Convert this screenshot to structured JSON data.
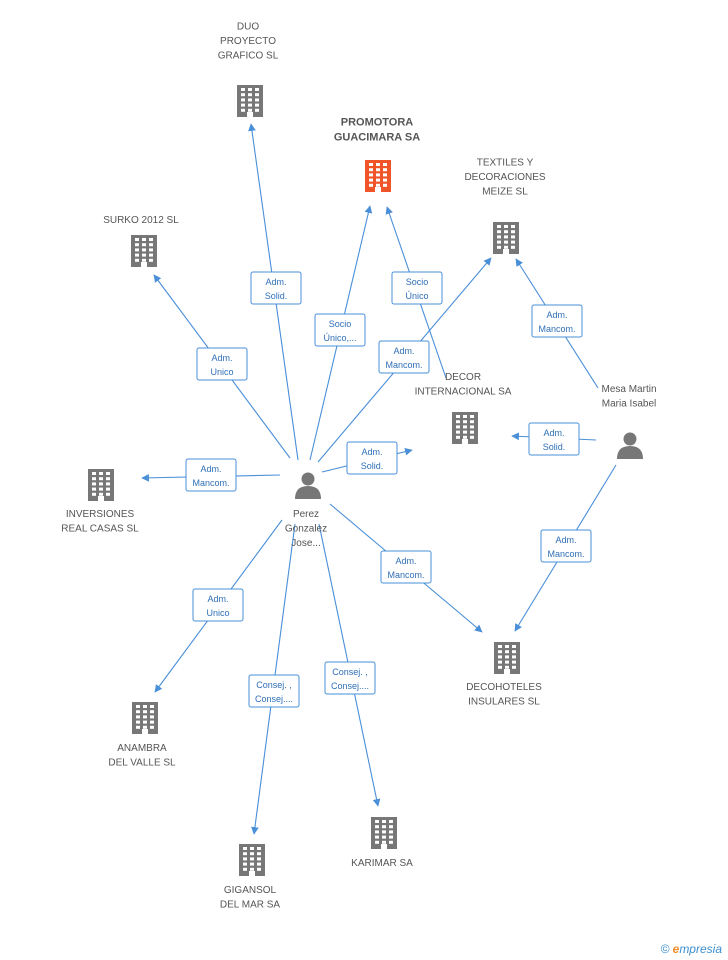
{
  "colors": {
    "company": "#777777",
    "main_company": "#f0552a",
    "person": "#777777",
    "edge": "#4a8fd8"
  },
  "icons": {
    "company": "building-icon",
    "person": "person-icon"
  },
  "nodes": [
    {
      "id": "duo",
      "type": "company",
      "lines": [
        "DUO",
        "PROYECTO",
        "GRAFICO SL"
      ]
    },
    {
      "id": "promotora",
      "type": "main-company",
      "lines": [
        "PROMOTORA",
        "GUACIMARA SA"
      ]
    },
    {
      "id": "textiles",
      "type": "company",
      "lines": [
        "TEXTILES Y",
        "DECORACIONES",
        "MEIZE SL"
      ]
    },
    {
      "id": "surko",
      "type": "company",
      "lines": [
        "SURKO 2012 SL"
      ]
    },
    {
      "id": "decor",
      "type": "company",
      "lines": [
        "DECOR",
        "INTERNACIONAL SA"
      ]
    },
    {
      "id": "mesa",
      "type": "person",
      "lines": [
        "Mesa Martin",
        "Maria Isabel"
      ]
    },
    {
      "id": "inversiones",
      "type": "company",
      "lines": [
        "INVERSIONES",
        "REAL CASAS SL"
      ]
    },
    {
      "id": "perez",
      "type": "person",
      "lines": [
        "Perez",
        "Gonzalez",
        "Jose..."
      ]
    },
    {
      "id": "decohoteles",
      "type": "company",
      "lines": [
        "DECOHOTELES",
        "INSULARES SL"
      ]
    },
    {
      "id": "anambra",
      "type": "company",
      "lines": [
        "ANAMBRA",
        "DEL VALLE SL"
      ]
    },
    {
      "id": "gigansol",
      "type": "company",
      "lines": [
        "GIGANSOL",
        "DEL MAR SA"
      ]
    },
    {
      "id": "karimar",
      "type": "company",
      "lines": [
        "KARIMAR SA"
      ]
    }
  ],
  "edges": [
    {
      "from": "perez",
      "to": "duo",
      "label": [
        "Adm.",
        "Solid."
      ]
    },
    {
      "from": "perez",
      "to": "promotora",
      "label": [
        "Socio",
        "Único,..."
      ]
    },
    {
      "from": "decor",
      "to": "promotora",
      "label": [
        "Socio",
        "Único"
      ]
    },
    {
      "from": "perez",
      "to": "surko",
      "label": [
        "Adm.",
        "Unico"
      ]
    },
    {
      "from": "perez",
      "to": "textiles",
      "label": [
        "Adm.",
        "Mancom."
      ]
    },
    {
      "from": "mesa",
      "to": "textiles",
      "label": [
        "Adm.",
        "Mancom."
      ]
    },
    {
      "from": "perez",
      "to": "decor",
      "label": [
        "Adm.",
        "Solid."
      ]
    },
    {
      "from": "mesa",
      "to": "decor",
      "label": [
        "Adm.",
        "Solid."
      ]
    },
    {
      "from": "perez",
      "to": "inversiones",
      "label": [
        "Adm.",
        "Mancom."
      ]
    },
    {
      "from": "perez",
      "to": "decohoteles",
      "label": [
        "Adm.",
        "Mancom."
      ]
    },
    {
      "from": "mesa",
      "to": "decohoteles",
      "label": [
        "Adm.",
        "Mancom."
      ]
    },
    {
      "from": "perez",
      "to": "anambra",
      "label": [
        "Adm.",
        "Unico"
      ]
    },
    {
      "from": "perez",
      "to": "gigansol",
      "label": [
        "Consej. ,",
        "Consej...."
      ]
    },
    {
      "from": "perez",
      "to": "karimar",
      "label": [
        "Consej. ,",
        "Consej...."
      ]
    }
  ],
  "footer": {
    "copyright": "©",
    "brand_initial": "e",
    "brand_rest": "mpresia"
  }
}
